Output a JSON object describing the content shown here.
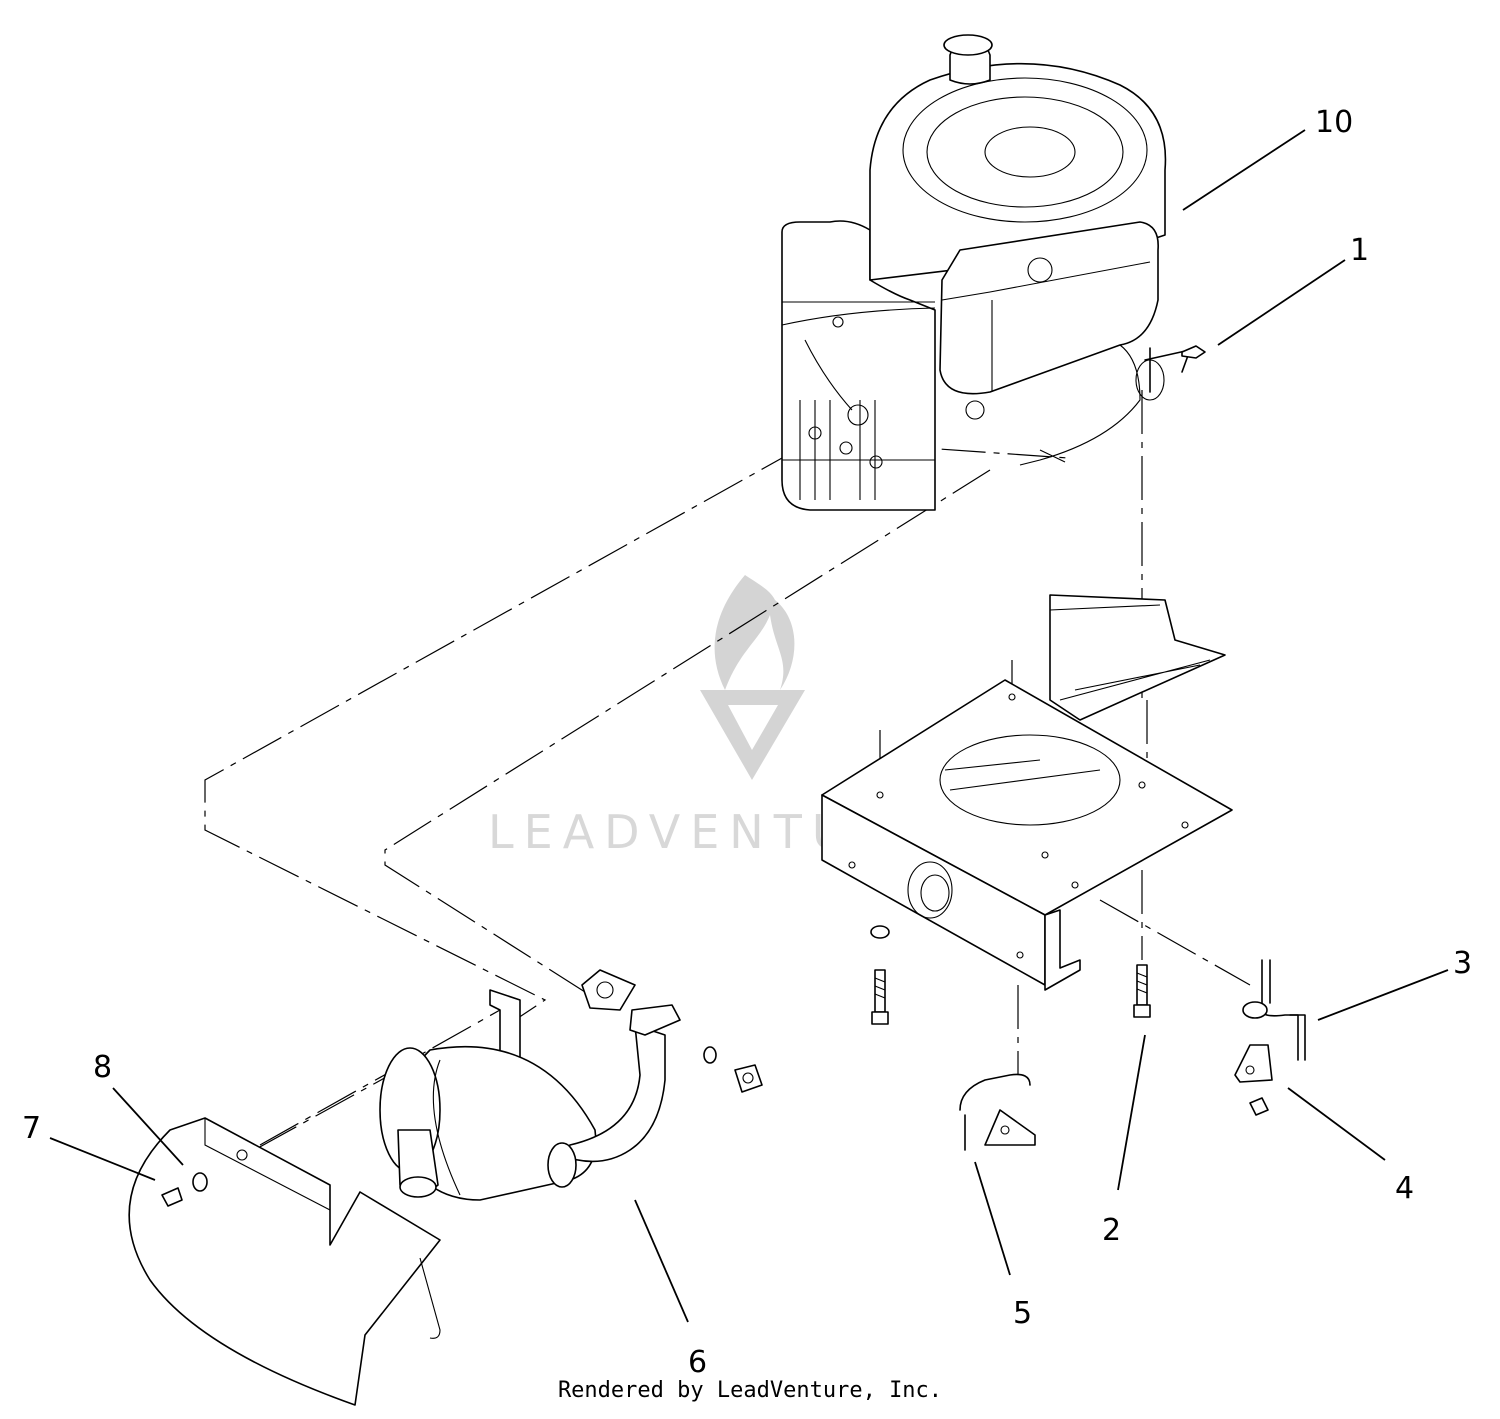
{
  "callouts": [
    {
      "id": "10",
      "label": "10"
    },
    {
      "id": "1",
      "label": "1"
    },
    {
      "id": "3",
      "label": "3"
    },
    {
      "id": "4",
      "label": "4"
    },
    {
      "id": "2",
      "label": "2"
    },
    {
      "id": "5",
      "label": "5"
    },
    {
      "id": "6",
      "label": "6"
    },
    {
      "id": "7",
      "label": "7"
    },
    {
      "id": "8",
      "label": "8"
    }
  ],
  "watermark": {
    "text": "LEADVENTURE"
  },
  "credit": {
    "text": "Rendered by LeadVenture, Inc."
  },
  "colors": {
    "line": "#000000",
    "background": "#ffffff",
    "watermark": "#d4d4d4"
  }
}
